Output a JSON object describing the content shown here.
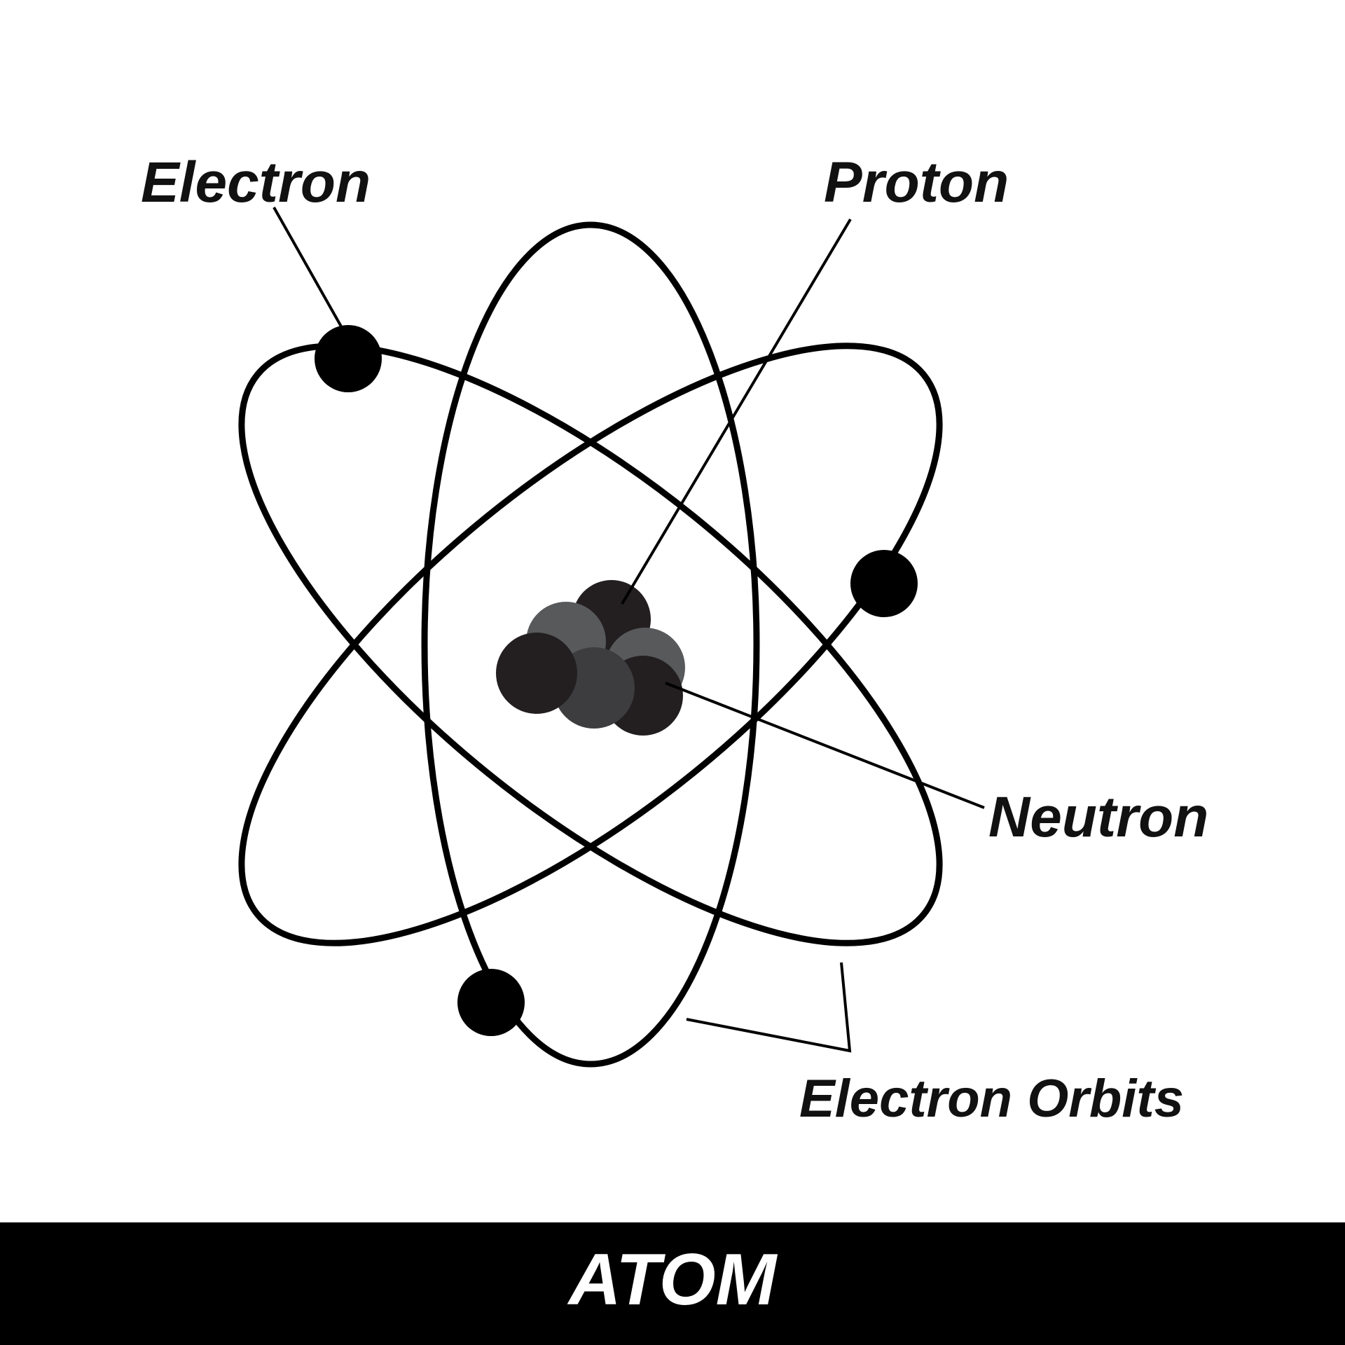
{
  "labels": {
    "electron": "Electron",
    "proton": "Proton",
    "neutron": "Neutron",
    "electron_orbits": "Electron Orbits"
  },
  "title": "ATOM",
  "colors": {
    "background": "#ffffff",
    "ink": "#000000",
    "proton": "#231f20",
    "neutron": "#58595b",
    "title_bar": "#000000",
    "title_text": "#ffffff"
  }
}
